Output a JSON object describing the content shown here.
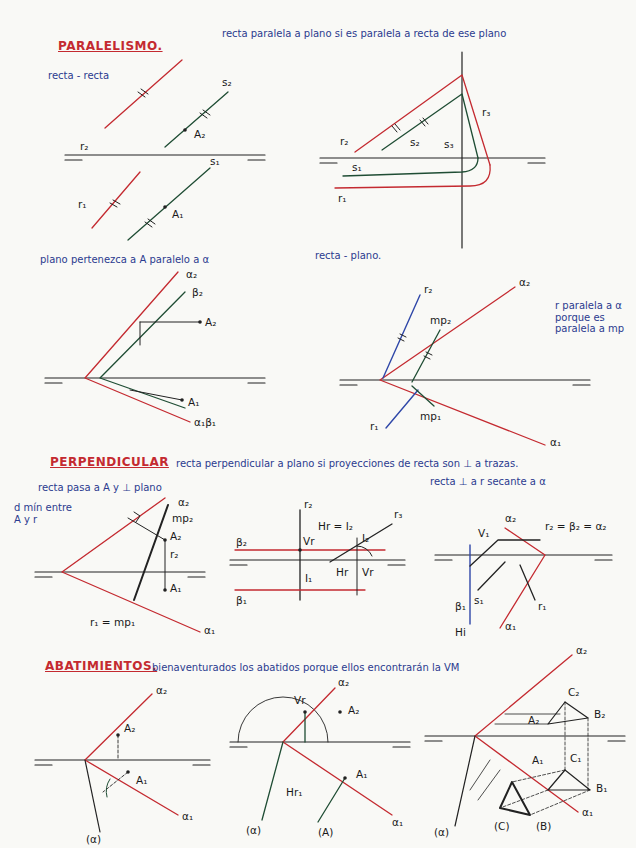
{
  "diagram": {
    "labels": [
      "PARALELISMO.",
      "recta paralela a plano si es paralela a recta de ese plano",
      "recta - recta",
      "s₂",
      "A₂",
      "r₂",
      "r₁",
      "s₁",
      "A₁",
      "r₂",
      "s₂",
      "r₃",
      "s₃",
      "s₁",
      "r₁",
      "plano pertenezca a A paralelo a α",
      "α₂",
      "β₂",
      "A₂",
      "A₁",
      "α₁β₁",
      "recta - plano.",
      "r₂",
      "α₂",
      "mp₂",
      "r paralela a α porque es paralela a mp",
      "mp₁",
      "r₁",
      "α₁",
      "PERPENDICULAR",
      "recta perpendicular a plano si proyecciones de recta son ⊥ a trazas.",
      "recta pasa a A y ⊥ plano",
      "recta ⊥ a r secante a α",
      "d mín entre A y r",
      "α₂",
      "mp₂",
      "A₂",
      "r₂",
      "A₁",
      "r₁ = mp₁",
      "α₁",
      "r₂",
      "β₂",
      "Vr",
      "Hr = I₂",
      "I₂",
      "Vr",
      "Hr",
      "r₃",
      "I₁",
      "β₁",
      "α₂",
      "V₁",
      "r₂ = β₂ = α₂",
      "s₁",
      "r₁",
      "β₁",
      "Hi",
      "α₁",
      "ABATIMIENTOS.",
      "bienaventurados los abatidos porque ellos encontrarán la VM",
      "α₂",
      "A₂",
      "A₁",
      "α₁",
      "(α)",
      "α₂",
      "Vr",
      "A₂",
      "A₁",
      "Hr₁",
      "(A)",
      "(α)",
      "α₁",
      "α₂",
      "C₂",
      "B₂",
      "A₂",
      "C₁",
      "B₁",
      "A₁",
      "(C)",
      "(B)",
      "(α)",
      "α₁"
    ]
  }
}
